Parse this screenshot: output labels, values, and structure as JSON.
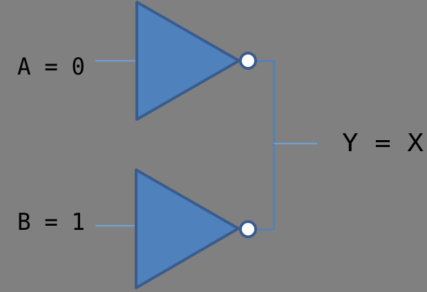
{
  "diagram": {
    "labels": {
      "input_a": "A = 0",
      "input_b": "B = 1",
      "output": "Y = X"
    },
    "gates": [
      {
        "type": "inverter",
        "input_name": "A",
        "input_value": "0"
      },
      {
        "type": "inverter",
        "input_name": "B",
        "input_value": "1"
      }
    ],
    "colors": {
      "background": "#808080",
      "gate_fill": "#4F81BD",
      "gate_stroke": "#3A5C8C",
      "bubble_fill": "#FFFFFF",
      "wire_light": "#71A0D4",
      "wire_medium": "#4E81BD",
      "text": "#000000"
    }
  }
}
